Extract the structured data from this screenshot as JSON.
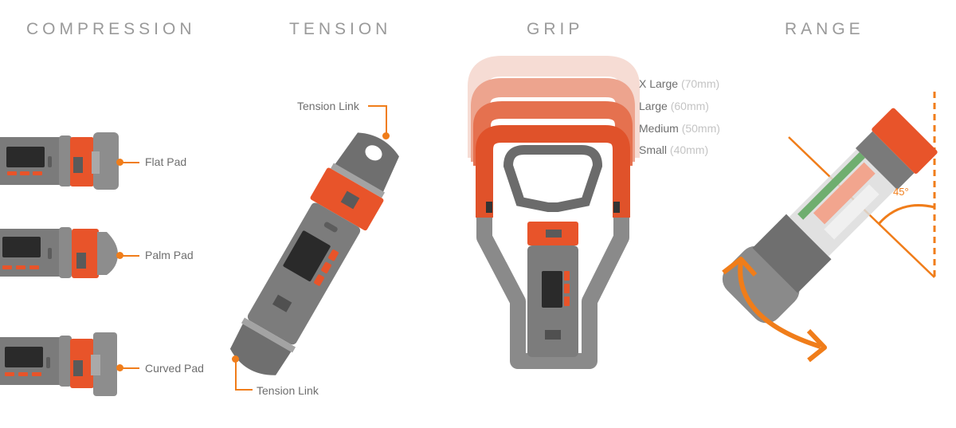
{
  "accent_color": "#f07d1a",
  "body_gray": "#7d7d7d",
  "sections": {
    "compression": {
      "title": "COMPRESSION",
      "pads": [
        {
          "label": "Flat Pad"
        },
        {
          "label": "Palm Pad"
        },
        {
          "label": "Curved Pad"
        }
      ]
    },
    "tension": {
      "title": "TENSION",
      "links": [
        {
          "label": "Tension Link"
        },
        {
          "label": "Tension Link"
        }
      ]
    },
    "grip": {
      "title": "GRIP",
      "sizes": [
        {
          "name": "X Large",
          "size": "(70mm)"
        },
        {
          "name": "Large",
          "size": "(60mm)"
        },
        {
          "name": "Medium",
          "size": "(50mm)"
        },
        {
          "name": "Small",
          "size": "(40mm)"
        }
      ]
    },
    "range": {
      "title": "RANGE",
      "angle": "45°"
    }
  }
}
